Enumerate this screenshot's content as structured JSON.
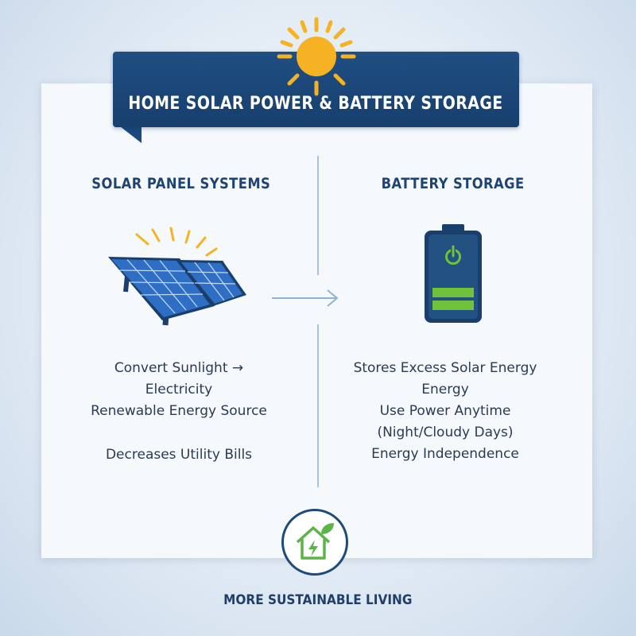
{
  "header": {
    "title": "HOME SOLAR POWER & BATTERY STORAGE",
    "icon": "sun-icon"
  },
  "left_column": {
    "heading": "SOLAR PANEL SYSTEMS",
    "icon": "solar-panel-icon",
    "features": [
      "Convert Sunlight →",
      "Electricity",
      "Renewable Energy Source",
      "Decreases Utility Bills"
    ]
  },
  "right_column": {
    "heading": "BATTERY STORAGE",
    "icon": "battery-icon",
    "features": [
      "Stores Excess Solar Energy",
      "Energy",
      "Use Power Anytime",
      "(Night/Cloudy Days)",
      "Energy Independence"
    ]
  },
  "flow_arrow": "arrow-right-icon",
  "footer": {
    "label": "MORE SUSTAINABLE LIVING",
    "icon": "eco-house-icon"
  },
  "colors": {
    "navy": "#1a4476",
    "solar_yellow": "#f5b324",
    "battery_green": "#6fc23a",
    "panel_blue": "#2f6ec5",
    "eco_green": "#5cb348"
  }
}
